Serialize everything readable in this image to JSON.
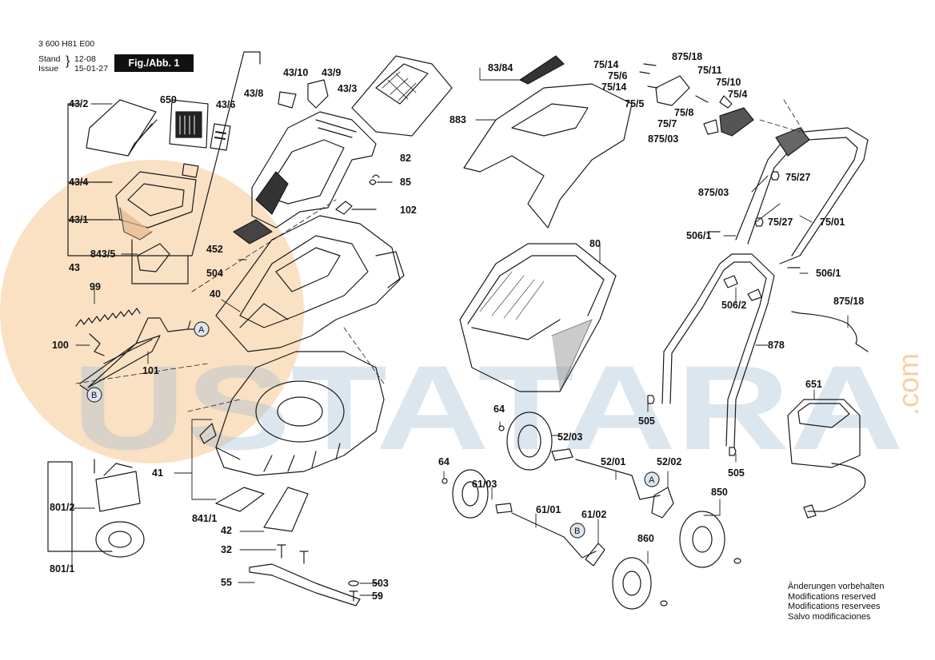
{
  "header": {
    "part_number": "3 600 H81 E00",
    "stand_label": "Stand",
    "issue_label": "Issue",
    "stand_value": "12-08",
    "issue_value": "15-01-27",
    "figure_label": "Fig./Abb. 1"
  },
  "watermark": {
    "brand": "USTATARA",
    "domain": ".com",
    "color": "#f2b066",
    "color2": "#8fb2cf"
  },
  "part_labels": [
    "43/2",
    "650",
    "43/6",
    "43/4",
    "43/1",
    "843/5",
    "43",
    "99",
    "100",
    "101",
    "43/8",
    "43/10",
    "43/9",
    "43/3",
    "82",
    "85",
    "102",
    "452",
    "504",
    "40",
    "83/84",
    "883",
    "80",
    "75/14",
    "75/6",
    "75/5",
    "875/18",
    "75/11",
    "75/10",
    "75/4",
    "75/8",
    "75/7",
    "875/03",
    "75/27",
    "506/1",
    "506/2",
    "75/01",
    "878",
    "505",
    "651",
    "64",
    "52/03",
    "52/01",
    "52/02",
    "61/03",
    "61/01",
    "61/02",
    "850",
    "860",
    "41",
    "801/2",
    "841/1",
    "42",
    "32",
    "801/1",
    "55",
    "503",
    "59"
  ],
  "callouts": [
    "A",
    "B"
  ],
  "notes": [
    "Änderungen vorbehalten",
    "Modifications reserved",
    "Modifications reservees",
    "Salvo modificaciones"
  ]
}
